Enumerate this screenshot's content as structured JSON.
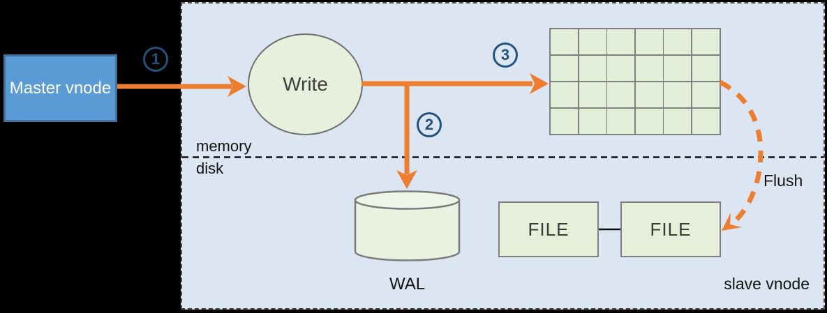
{
  "diagram": {
    "master_vnode_label": "Master vnode",
    "write_label": "Write",
    "steps": [
      {
        "num": "1"
      },
      {
        "num": "2"
      },
      {
        "num": "3"
      }
    ],
    "memory_label": "memory",
    "disk_label": "disk",
    "wal_label": "WAL",
    "file_boxes": [
      {
        "label": "FILE"
      },
      {
        "label": "FILE"
      }
    ],
    "flush_label": "Flush",
    "slave_vnode_label": "slave vnode",
    "mem_table": {
      "rows": 4,
      "cols": 6
    },
    "colors": {
      "outside_bg": "#000000",
      "panel_bg": "#dce6f2",
      "panel_border": "#4c4c4c",
      "master_fill": "#5b9bd5",
      "master_border": "#41719c",
      "shape_fill": "#e6efda",
      "shape_border": "#7f7f7f",
      "arrow_orange": "#ed7d31",
      "step_circle_blue": "#24527e",
      "text_dark": "#3f3f3f",
      "divider_line": "#111111"
    }
  }
}
